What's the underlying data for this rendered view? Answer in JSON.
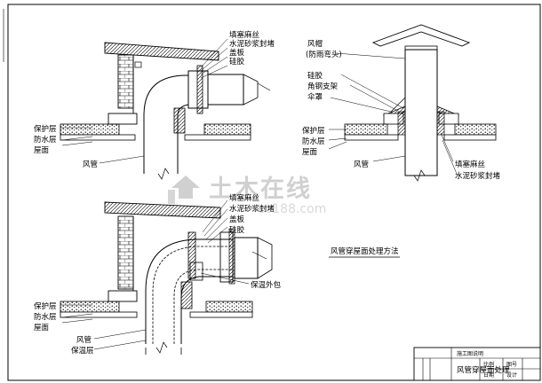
{
  "labels_top_left": {
    "filler": "填塞麻丝",
    "mortar": "水泥砂浆封堵",
    "cover": "盖板",
    "sealant": "硅胶",
    "protect": "保护层",
    "waterproof": "防水层",
    "roof": "屋面",
    "duct": "风管"
  },
  "labels_top_right": {
    "hood": "风帽",
    "hood_note": "(防雨弯头)",
    "sealant": "硅胶",
    "bracket": "角钢支架",
    "umbrella": "伞罩",
    "protect": "保护层",
    "waterproof": "防水层",
    "roof": "屋面",
    "duct": "风管",
    "filler": "填塞麻丝",
    "mortar": "水泥砂浆封堵"
  },
  "labels_bottom_left": {
    "filler": "填塞麻丝",
    "mortar": "水泥砂浆封堵",
    "cover": "盖板",
    "sealant": "硅胶",
    "insul_wrap": "保温外包",
    "protect": "保护层",
    "waterproof": "防水层",
    "roof": "屋面",
    "duct": "风管",
    "insulation": "保温层"
  },
  "drawing_title": "风管穿屋面处理方法",
  "watermark": {
    "main": "土木在线",
    "sub": "co188.com"
  },
  "title_block": {
    "small_label": "施工图说明",
    "name": "风管穿屋面处理",
    "cells": [
      "比例",
      "图号",
      "日期",
      "设计"
    ]
  },
  "colors": {
    "line": "#000000",
    "watermark": "#d0d0d0",
    "background": "#ffffff"
  }
}
